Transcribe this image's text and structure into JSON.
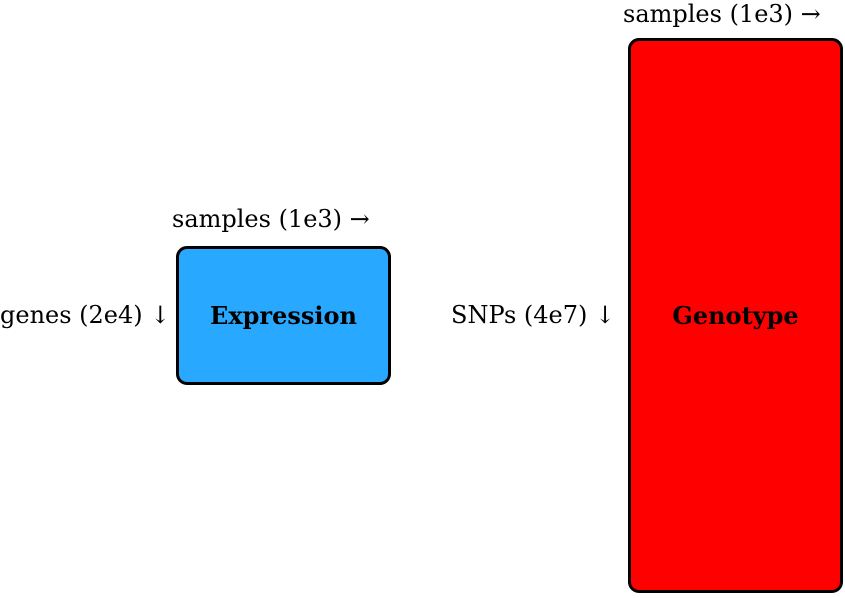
{
  "expression": {
    "title": "Expression",
    "top_label": "samples (1e3) →",
    "side_label": "genes (2e4) ↓",
    "color": "#29a8ff"
  },
  "genotype": {
    "title": "Genotype",
    "top_label": "samples (1e3) →",
    "side_label": "SNPs (4e7) ↓",
    "color": "#ff0000"
  }
}
